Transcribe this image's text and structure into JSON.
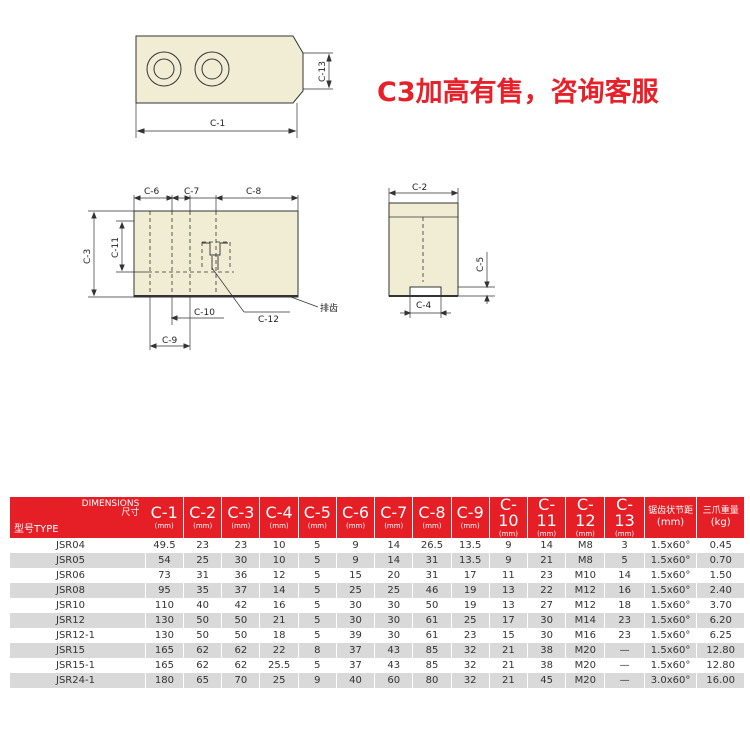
{
  "promo_text": "C3加高有售，咨询客服",
  "colors": {
    "accent": "#e61e26",
    "promo": "#e8202a"
  },
  "drawing_labels": {
    "c1": "C-1",
    "c13": "C-13",
    "c2": "C-2",
    "c3": "C-3",
    "c4": "C-4",
    "c5": "C-5",
    "c6": "C-6",
    "c7": "C-7",
    "c8": "C-8",
    "c9": "C-9",
    "c10": "C-10",
    "c11": "C-11",
    "c12": "C-12",
    "serration": "排齿"
  },
  "table": {
    "header_dimensions": "DIMENSIONS",
    "header_size_cn": "尺寸",
    "header_type": "型号TYPE",
    "columns": [
      {
        "code": "C-1",
        "unit": "(mm)"
      },
      {
        "code": "C-2",
        "unit": "(mm)"
      },
      {
        "code": "C-3",
        "unit": "(mm)"
      },
      {
        "code": "C-4",
        "unit": "(mm)"
      },
      {
        "code": "C-5",
        "unit": "(mm)"
      },
      {
        "code": "C-6",
        "unit": "(mm)"
      },
      {
        "code": "C-7",
        "unit": "(mm)"
      },
      {
        "code": "C-8",
        "unit": "(mm)"
      },
      {
        "code": "C-9",
        "unit": "(mm)"
      },
      {
        "code": "C-10",
        "unit": "(mm)"
      },
      {
        "code": "C-11",
        "unit": "(mm)"
      },
      {
        "code": "C- 12",
        "unit": "(mm)"
      },
      {
        "code": "C- 13",
        "unit": "(mm)"
      }
    ],
    "pitch_header": {
      "label": "锯齿状节距",
      "unit": "(mm)"
    },
    "weight_header": {
      "label": "三爪重量",
      "unit": "(kg)"
    },
    "rows": [
      [
        "JSR04",
        "49.5",
        "23",
        "23",
        "10",
        "5",
        "9",
        "14",
        "26.5",
        "13.5",
        "9",
        "14",
        "M8",
        "3",
        "1.5x60°",
        "0.45"
      ],
      [
        "JSR05",
        "54",
        "25",
        "30",
        "10",
        "5",
        "9",
        "14",
        "31",
        "13.5",
        "9",
        "21",
        "M8",
        "5",
        "1.5x60°",
        "0.70"
      ],
      [
        "JSR06",
        "73",
        "31",
        "36",
        "12",
        "5",
        "15",
        "20",
        "31",
        "17",
        "11",
        "23",
        "M10",
        "14",
        "1.5x60°",
        "1.50"
      ],
      [
        "JSR08",
        "95",
        "35",
        "37",
        "14",
        "5",
        "25",
        "25",
        "46",
        "19",
        "13",
        "22",
        "M12",
        "16",
        "1.5x60°",
        "2.40"
      ],
      [
        "JSR10",
        "110",
        "40",
        "42",
        "16",
        "5",
        "30",
        "30",
        "50",
        "19",
        "13",
        "27",
        "M12",
        "18",
        "1.5x60°",
        "3.70"
      ],
      [
        "JSR12",
        "130",
        "50",
        "50",
        "21",
        "5",
        "30",
        "30",
        "61",
        "25",
        "17",
        "30",
        "M14",
        "23",
        "1.5x60°",
        "6.20"
      ],
      [
        "JSR12-1",
        "130",
        "50",
        "50",
        "18",
        "5",
        "39",
        "30",
        "61",
        "23",
        "15",
        "30",
        "M16",
        "23",
        "1.5x60°",
        "6.25"
      ],
      [
        "JSR15",
        "165",
        "62",
        "62",
        "22",
        "8",
        "37",
        "43",
        "85",
        "32",
        "21",
        "38",
        "M20",
        "—",
        "1.5x60°",
        "12.80"
      ],
      [
        "JSR15-1",
        "165",
        "62",
        "62",
        "25.5",
        "5",
        "37",
        "43",
        "85",
        "32",
        "21",
        "38",
        "M20",
        "—",
        "1.5x60°",
        "12.80"
      ],
      [
        "JSR24-1",
        "180",
        "65",
        "70",
        "25",
        "9",
        "40",
        "60",
        "80",
        "32",
        "21",
        "45",
        "M20",
        "—",
        "3.0x60°",
        "16.00"
      ]
    ]
  }
}
